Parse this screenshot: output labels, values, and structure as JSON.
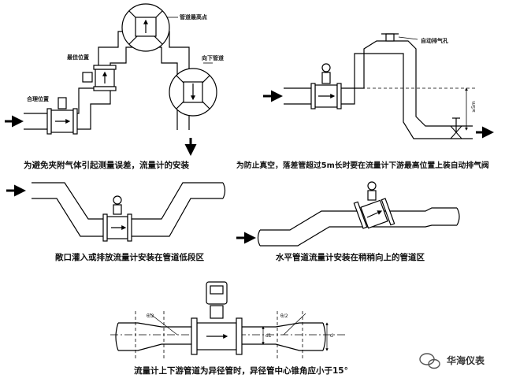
{
  "panels": [
    {
      "caption": "为避免夹附气体引起测量误差，流量计的安装",
      "labels": {
        "best": "最佳位置",
        "good": "合理位置",
        "highest": "管道最高点",
        "downward": "向下管道"
      }
    },
    {
      "caption": "为防止真空，落差管超过5m长时要在流量计下游最高位置上装自动排气阀",
      "labels": {
        "vent": "自动排气孔",
        "height": "≥5m"
      }
    },
    {
      "caption": "敞口灌入或排放流量计安装在管道低段区"
    },
    {
      "caption": "水平管道流量计安装在稍稍向上的管道区"
    },
    {
      "caption": "流量计上下游管道为异径管时，异径管中心锥角应小于15°",
      "labels": {
        "angle_left": "θ/2",
        "angle_right": "θ/2",
        "small_d": "d1",
        "big_d": "d"
      }
    }
  ],
  "watermark": {
    "text": "华海仪表",
    "icon": "wechat-icon"
  }
}
